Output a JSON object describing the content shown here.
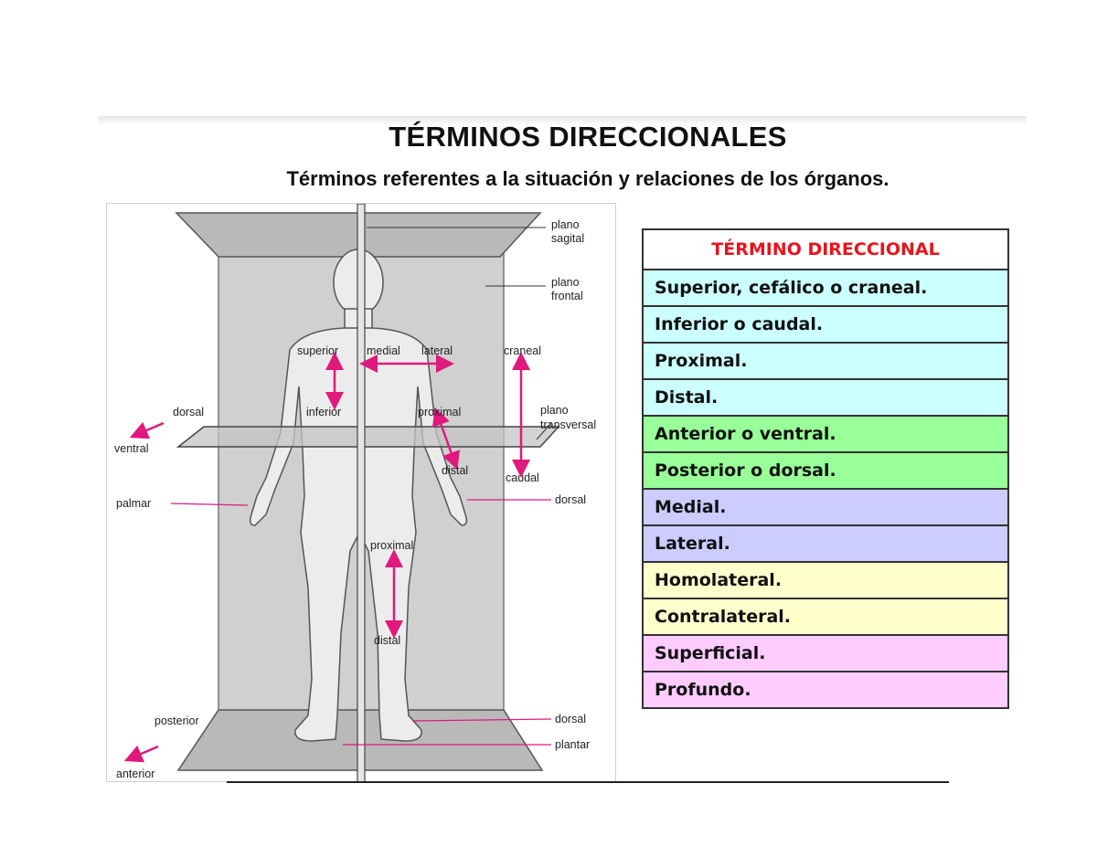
{
  "title": "TÉRMINOS DIRECCIONALES",
  "subtitle": "Términos referentes a la situación y relaciones de los órganos.",
  "figure": {
    "labels": {
      "plano": "plano",
      "sagital": "sagital",
      "frontal": "frontal",
      "transversal": "transversal",
      "superior": "superior",
      "medial": "medial",
      "lateral": "lateral",
      "craneal": "craneal",
      "dorsal_top": "dorsal",
      "inferior": "inferior",
      "proximal_arm": "proximal",
      "ventral": "ventral",
      "distal_arm": "distal",
      "caudal": "caudal",
      "palmar": "palmar",
      "dorsal_hand": "dorsal",
      "proximal_leg": "proximal",
      "distal_leg": "distal",
      "posterior": "posterior",
      "dorsal_foot": "dorsal",
      "plantar": "plantar",
      "anterior": "anterior"
    }
  },
  "table": {
    "header": "TÉRMINO DIRECCIONAL",
    "rows": [
      {
        "label": "Superior, cefálico o craneal.",
        "color": "#ccffff"
      },
      {
        "label": "Inferior o caudal.",
        "color": "#ccffff"
      },
      {
        "label": "Proximal.",
        "color": "#ccffff"
      },
      {
        "label": "Distal.",
        "color": "#ccffff"
      },
      {
        "label": "Anterior o ventral.",
        "color": "#99ff99"
      },
      {
        "label": "Posterior o dorsal.",
        "color": "#99ff99"
      },
      {
        "label": "Medial.",
        "color": "#ccccff"
      },
      {
        "label": "Lateral.",
        "color": "#ccccff"
      },
      {
        "label": "Homolateral.",
        "color": "#ffffcc"
      },
      {
        "label": "Contralateral.",
        "color": "#ffffcc"
      },
      {
        "label": "Superficial.",
        "color": "#ffccff"
      },
      {
        "label": "Profundo.",
        "color": "#ffccff"
      }
    ]
  }
}
